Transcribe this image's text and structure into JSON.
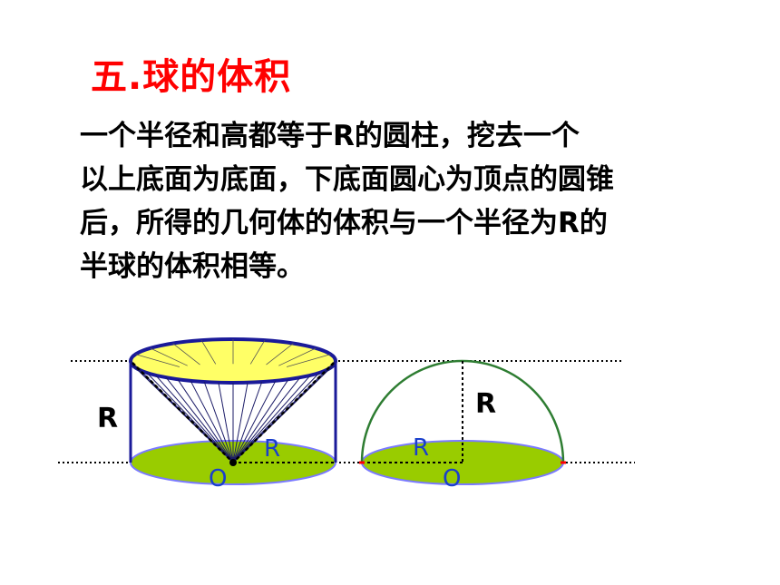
{
  "title": "五.球的体积",
  "paragraph": {
    "lines": [
      "一个半径和高都等于R的圆柱，挖去一个",
      "以上底面为底面，下底面圆心为顶点的圆锥",
      "后，所得的几何体的体积与一个半径为R的",
      "半球的体积相等。"
    ]
  },
  "cylinder_figure": {
    "height_label": "R",
    "radius_label": "R",
    "center_label": "O"
  },
  "hemisphere_figure": {
    "height_label": "R",
    "radius_label": "R",
    "center_label": "O"
  },
  "colors": {
    "title": "#ff0000",
    "text": "#000000",
    "top_face": "#ffff66",
    "base_face": "#99cc00",
    "outline": "#1a1a99",
    "arc": "#2e7d32",
    "label_blue": "#1a3fcc"
  }
}
